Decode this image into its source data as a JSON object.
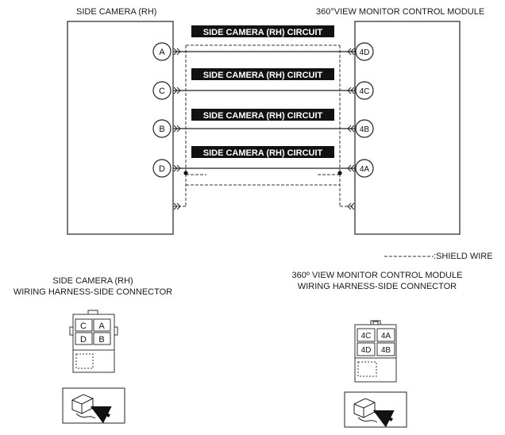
{
  "titles": {
    "left_module": "SIDE CAMERA (RH)",
    "right_module": "360°VIEW MONITOR CONTROL MODULE"
  },
  "circuits": [
    {
      "left_pin": "A",
      "right_pin": "4D",
      "label": "SIDE CAMERA (RH) CIRCUIT"
    },
    {
      "left_pin": "C",
      "right_pin": "4C",
      "label": "SIDE CAMERA (RH) CIRCUIT"
    },
    {
      "left_pin": "B",
      "right_pin": "4B",
      "label": "SIDE CAMERA (RH) CIRCUIT"
    },
    {
      "left_pin": "D",
      "right_pin": "4A",
      "label": "SIDE CAMERA (RH) CIRCUIT"
    }
  ],
  "legend": {
    "shield_wire": ":SHIELD WIRE"
  },
  "connectors": {
    "left": {
      "title_line1": "SIDE CAMERA (RH)",
      "title_line2": "WIRING HARNESS-SIDE CONNECTOR",
      "pins": [
        "C",
        "A",
        "D",
        "B"
      ]
    },
    "right": {
      "title_line1": "360º VIEW MONITOR CONTROL MODULE",
      "title_line2": "WIRING HARNESS-SIDE CONNECTOR",
      "pins": [
        "4C",
        "4A",
        "4D",
        "4B"
      ]
    }
  }
}
